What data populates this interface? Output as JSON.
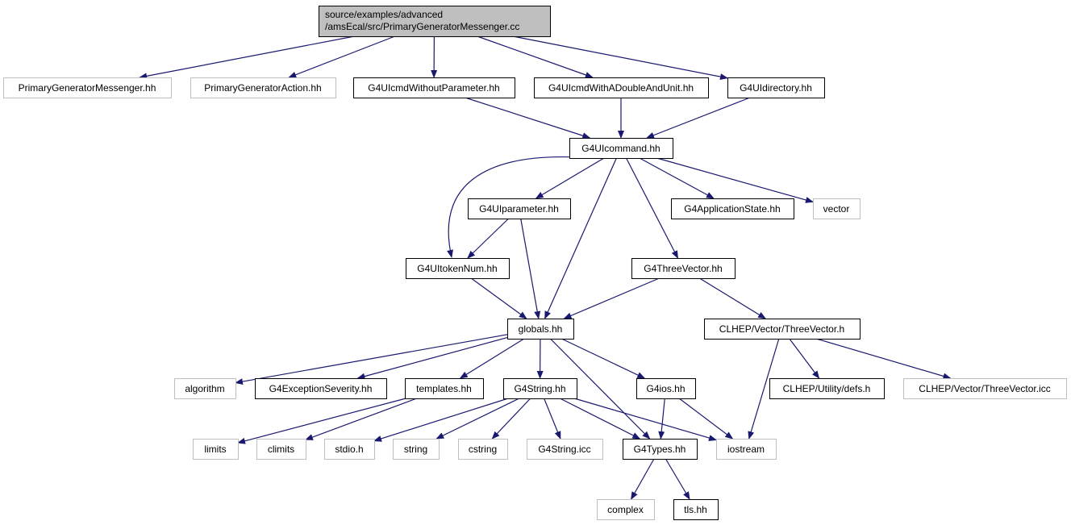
{
  "nodes": [
    {
      "id": "root",
      "label1": "source/examples/advanced",
      "label2": "/amsEcal/src/PrimaryGeneratorMessenger.cc",
      "kind": "root"
    },
    {
      "id": "pgm_hh",
      "label": "PrimaryGeneratorMessenger.hh",
      "kind": "ext"
    },
    {
      "id": "pga_hh",
      "label": "PrimaryGeneratorAction.hh",
      "kind": "ext"
    },
    {
      "id": "cmd_wo",
      "label": "G4UIcmdWithoutParameter.hh",
      "kind": "local"
    },
    {
      "id": "cmd_du",
      "label": "G4UIcmdWithADoubleAndUnit.hh",
      "kind": "local"
    },
    {
      "id": "uidir",
      "label": "G4UIdirectory.hh",
      "kind": "local"
    },
    {
      "id": "uicommand",
      "label": "G4UIcommand.hh",
      "kind": "local"
    },
    {
      "id": "uiparam",
      "label": "G4UIparameter.hh",
      "kind": "local"
    },
    {
      "id": "appstate",
      "label": "G4ApplicationState.hh",
      "kind": "local"
    },
    {
      "id": "vector",
      "label": "vector",
      "kind": "ext"
    },
    {
      "id": "tokennum",
      "label": "G4UItokenNum.hh",
      "kind": "local"
    },
    {
      "id": "threevec",
      "label": "G4ThreeVector.hh",
      "kind": "local"
    },
    {
      "id": "globals",
      "label": "globals.hh",
      "kind": "local"
    },
    {
      "id": "clhep_tv",
      "label": "CLHEP/Vector/ThreeVector.h",
      "kind": "local"
    },
    {
      "id": "algorithm",
      "label": "algorithm",
      "kind": "ext"
    },
    {
      "id": "excsev",
      "label": "G4ExceptionSeverity.hh",
      "kind": "local"
    },
    {
      "id": "templates",
      "label": "templates.hh",
      "kind": "local"
    },
    {
      "id": "g4string",
      "label": "G4String.hh",
      "kind": "local"
    },
    {
      "id": "g4ios",
      "label": "G4ios.hh",
      "kind": "local"
    },
    {
      "id": "defs",
      "label": "CLHEP/Utility/defs.h",
      "kind": "local"
    },
    {
      "id": "tv_icc",
      "label": "CLHEP/Vector/ThreeVector.icc",
      "kind": "ext"
    },
    {
      "id": "limits",
      "label": "limits",
      "kind": "ext"
    },
    {
      "id": "climits",
      "label": "climits",
      "kind": "ext"
    },
    {
      "id": "stdio",
      "label": "stdio.h",
      "kind": "ext"
    },
    {
      "id": "string",
      "label": "string",
      "kind": "ext"
    },
    {
      "id": "cstring",
      "label": "cstring",
      "kind": "ext"
    },
    {
      "id": "g4string_icc",
      "label": "G4String.icc",
      "kind": "ext"
    },
    {
      "id": "g4types",
      "label": "G4Types.hh",
      "kind": "local"
    },
    {
      "id": "iostream",
      "label": "iostream",
      "kind": "ext"
    },
    {
      "id": "complex",
      "label": "complex",
      "kind": "ext"
    },
    {
      "id": "tls",
      "label": "tls.hh",
      "kind": "local"
    }
  ],
  "edges": [
    [
      "root",
      "pgm_hh"
    ],
    [
      "root",
      "pga_hh"
    ],
    [
      "root",
      "cmd_wo"
    ],
    [
      "root",
      "cmd_du"
    ],
    [
      "root",
      "uidir"
    ],
    [
      "cmd_wo",
      "uicommand"
    ],
    [
      "cmd_du",
      "uicommand"
    ],
    [
      "uidir",
      "uicommand"
    ],
    [
      "uicommand",
      "uiparam"
    ],
    [
      "uicommand",
      "tokennum"
    ],
    [
      "uicommand",
      "globals"
    ],
    [
      "uicommand",
      "threevec"
    ],
    [
      "uicommand",
      "appstate"
    ],
    [
      "uicommand",
      "vector"
    ],
    [
      "uiparam",
      "tokennum"
    ],
    [
      "uiparam",
      "globals"
    ],
    [
      "tokennum",
      "globals"
    ],
    [
      "threevec",
      "globals"
    ],
    [
      "threevec",
      "clhep_tv"
    ],
    [
      "globals",
      "algorithm"
    ],
    [
      "globals",
      "excsev"
    ],
    [
      "globals",
      "templates"
    ],
    [
      "globals",
      "g4string"
    ],
    [
      "globals",
      "g4types"
    ],
    [
      "globals",
      "g4ios"
    ],
    [
      "clhep_tv",
      "defs"
    ],
    [
      "clhep_tv",
      "tv_icc"
    ],
    [
      "clhep_tv",
      "iostream"
    ],
    [
      "templates",
      "limits"
    ],
    [
      "templates",
      "climits"
    ],
    [
      "g4string",
      "stdio"
    ],
    [
      "g4string",
      "string"
    ],
    [
      "g4string",
      "cstring"
    ],
    [
      "g4string",
      "g4string_icc"
    ],
    [
      "g4string",
      "g4types"
    ],
    [
      "g4string",
      "iostream"
    ],
    [
      "g4ios",
      "g4types"
    ],
    [
      "g4ios",
      "iostream"
    ],
    [
      "g4types",
      "complex"
    ],
    [
      "g4types",
      "tls"
    ]
  ],
  "colors": {
    "edge": "#191970",
    "root_fill": "#bfbfbf",
    "local_border": "#000000",
    "ext_border": "#bfbfbf"
  }
}
